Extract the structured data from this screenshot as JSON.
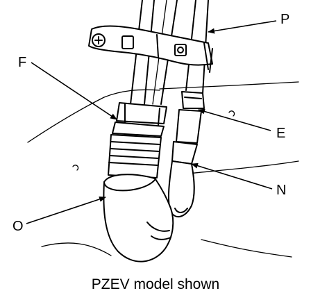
{
  "callouts": {
    "p": "P",
    "f": "F",
    "e": "E",
    "n": "N",
    "o": "O"
  },
  "caption": "PZEV model shown",
  "colors": {
    "line": "#000000",
    "background": "#ffffff"
  }
}
